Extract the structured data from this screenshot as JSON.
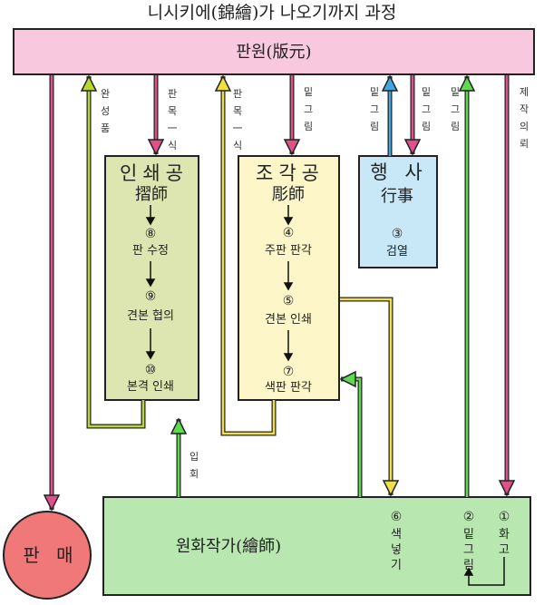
{
  "title": "니시키에(錦繪)가 나오기까지 과정",
  "publisher": {
    "label": "판원(版元)",
    "color": "#f8c8de"
  },
  "printer": {
    "title": "인쇄공",
    "hanja": "摺師",
    "color": "#dde6b0",
    "steps": [
      {
        "num": "⑧",
        "label": "판 수정"
      },
      {
        "num": "⑨",
        "label": "견본 협의"
      },
      {
        "num": "⑩",
        "label": "본격 인쇄"
      }
    ]
  },
  "carver": {
    "title": "조각공",
    "hanja": "彫師",
    "color": "#fdf6c8",
    "steps": [
      {
        "num": "④",
        "label": "주판 판각"
      },
      {
        "num": "⑤",
        "label": "견본 인쇄"
      },
      {
        "num": "⑦",
        "label": "색판 판각"
      }
    ]
  },
  "censor": {
    "title1": "행 사",
    "title2": "行事",
    "color": "#c8e8f8",
    "step": {
      "num": "③",
      "label": "검열"
    }
  },
  "artist": {
    "label": "원화작가(繪師)",
    "color": "#b8e8b0",
    "steps": [
      {
        "num": "⑥",
        "label": "색넣기"
      },
      {
        "num": "②",
        "label": "밑그림"
      },
      {
        "num": "①",
        "label": "화고"
      }
    ]
  },
  "sale": {
    "label": "판 매",
    "color": "#f07878"
  },
  "arrow_labels": {
    "finished": "완성품",
    "block_set_to_printer": "판목一식",
    "block_set_to_publisher": "판목一식",
    "draft_to_carver": "밑그림",
    "draft_to_publisher_from_censor": "밑그림",
    "draft_to_censor": "밑그림",
    "draft_from_artist": "밑그림",
    "commission": "제작의뢰",
    "attendance": "입회"
  },
  "colors": {
    "pink_arrow": "#e0508a",
    "yellowgreen_arrow": "#b8d830",
    "yellow_arrow": "#f0e040",
    "blue_arrow": "#40a8e0",
    "green_arrow": "#60d850"
  }
}
